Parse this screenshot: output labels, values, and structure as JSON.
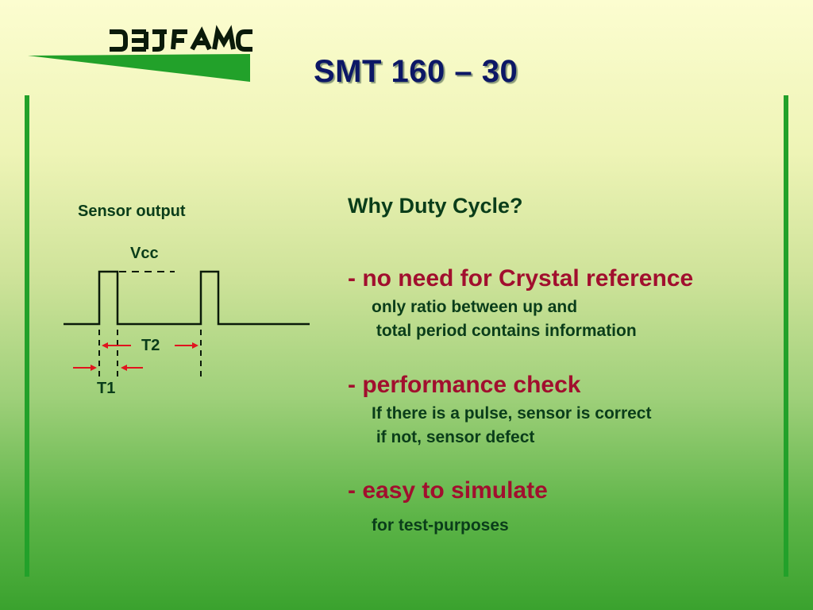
{
  "brand": {
    "logo_text": "DEJFAMC",
    "logo_color": "#0a1a0a",
    "accent": "#22a12a"
  },
  "title": "SMT 160 – 30",
  "diagram": {
    "label": "Sensor output",
    "vcc_label": "Vcc",
    "t2_label": "T2",
    "t1_label": "T1"
  },
  "panel": {
    "heading": "Why Duty Cycle?",
    "points": [
      {
        "title": "- no need for Crystal reference",
        "lines": [
          "only ratio between up and",
          " total period contains information"
        ]
      },
      {
        "title": "- performance check",
        "lines": [
          "If there is a pulse, sensor is correct",
          " if not, sensor defect"
        ]
      },
      {
        "title": "- easy to simulate",
        "lines": [
          "for test-purposes"
        ]
      }
    ]
  },
  "colors": {
    "title": "#0c1766",
    "highlight": "#a10f2e",
    "body_text": "#0a3d1a",
    "arrow": "#e0141e"
  }
}
